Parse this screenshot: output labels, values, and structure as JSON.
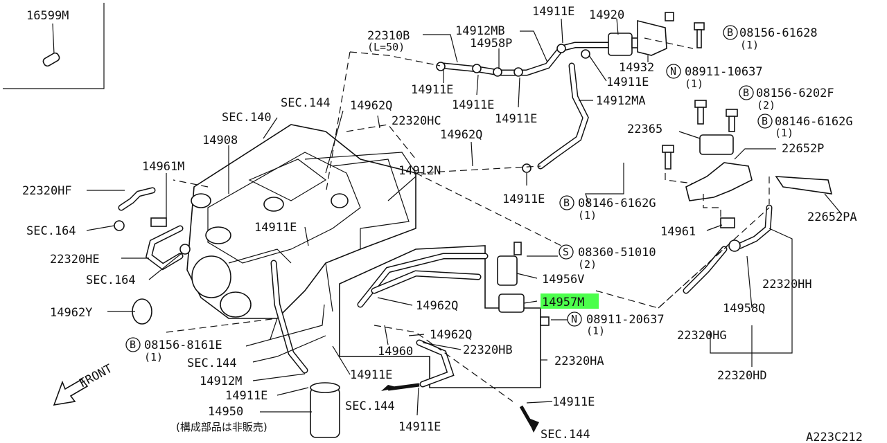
{
  "parts": {
    "p16599M": "16599M",
    "p22310B": "22310B",
    "p22310B_len": "(L=50)",
    "p14912MB": "14912MB",
    "p14911E_a": "14911E",
    "p14920": "14920",
    "p14958P": "14958P",
    "p14932": "14932",
    "p14911E_b": "14911E",
    "p14911E_c": "14911E",
    "p14911E_d": "14911E",
    "p14911E_e": "14911E",
    "p14912MA": "14912MA",
    "sec144_a": "SEC.144",
    "sec140": "SEC.140",
    "p14962Q_a": "14962Q",
    "p22320HC": "22320HC",
    "p14962Q_b": "14962Q",
    "p14908": "14908",
    "p14961M": "14961M",
    "p14912N": "14912N",
    "p22320HF": "22320HF",
    "sec164_a": "SEC.164",
    "p14911E_f": "14911E",
    "p14911E_g": "14911E",
    "p22320HE": "22320HE",
    "sec164_b": "SEC.164",
    "p14962Y": "14962Y",
    "p14962Q_c": "14962Q",
    "p14962Q_d": "14962Q",
    "p14960": "14960",
    "p22320HB": "22320HB",
    "p22320HA": "22320HA",
    "sec144_b": "SEC.144",
    "p14912M": "14912M",
    "p14911E_h": "14911E",
    "p14911E_i": "14911E",
    "p14950": "14950",
    "sec144_c": "SEC.144",
    "p14911E_j": "14911E",
    "p14911E_k": "14911E",
    "sec144_d": "SEC.144",
    "p14956V": "14956V",
    "p14957M": "14957M",
    "p22365": "22365",
    "p22652P": "22652P",
    "p22652PA": "22652PA",
    "p14961": "14961",
    "p22320HH": "22320HH",
    "p14958Q": "14958Q",
    "p22320HG": "22320HG",
    "p22320HD": "22320HD",
    "front": "FRONT",
    "not_sold": "(構成部品は非販売)",
    "diagram_code": "A223C212"
  },
  "fasteners": {
    "f1": {
      "mark": "B",
      "code": "08156-61628",
      "qty": "(1)"
    },
    "f2": {
      "mark": "N",
      "code": "08911-10637",
      "qty": "(1)"
    },
    "f3": {
      "mark": "B",
      "code": "08156-6202F",
      "qty": "(2)"
    },
    "f4": {
      "mark": "B",
      "code": "08146-6162G",
      "qty": "(1)"
    },
    "f5": {
      "mark": "B",
      "code": "08146-6162G",
      "qty": "(1)"
    },
    "f6": {
      "mark": "S",
      "code": "08360-51010",
      "qty": "(2)"
    },
    "f7": {
      "mark": "N",
      "code": "08911-20637",
      "qty": "(1)"
    },
    "f8": {
      "mark": "B",
      "code": "08156-8161E",
      "qty": "(1)"
    }
  },
  "colors": {
    "highlight": "#4cff4c",
    "ink": "#111111"
  }
}
